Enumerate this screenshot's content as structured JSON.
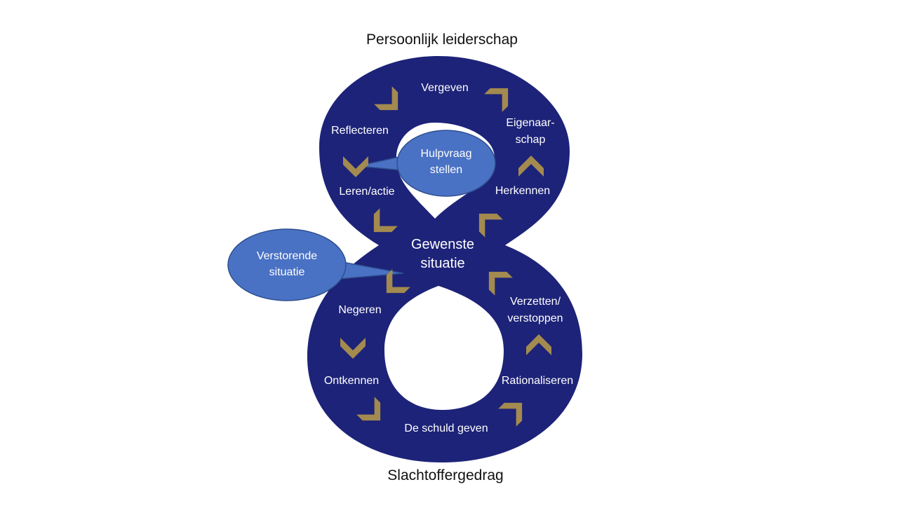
{
  "top_title": "Persoonlijk leiderschap",
  "bottom_title": "Slachtoffergedrag",
  "center": "Gewenste\nsituatie",
  "bubbles": {
    "help": "Hulpvraag\nstellen",
    "disturb": "Verstorende\nsituatie"
  },
  "upper_loop": [
    "Vergeven",
    "Eigenaar-\nschap",
    "Herkennen",
    "Leren/actie",
    "Reflecteren"
  ],
  "lower_loop": [
    "Negeren",
    "Ontkennen",
    "De schuld geven",
    "Rationaliseren",
    "Verzetten/\nverstoppen"
  ],
  "colors": {
    "figure": "#1d2378",
    "chevron": "#a38a4f",
    "bubble": "#4a72c4",
    "bubble_stroke": "#2e4f8f"
  },
  "icons": {
    "flow_marker": "chevron-arrow-icon"
  }
}
